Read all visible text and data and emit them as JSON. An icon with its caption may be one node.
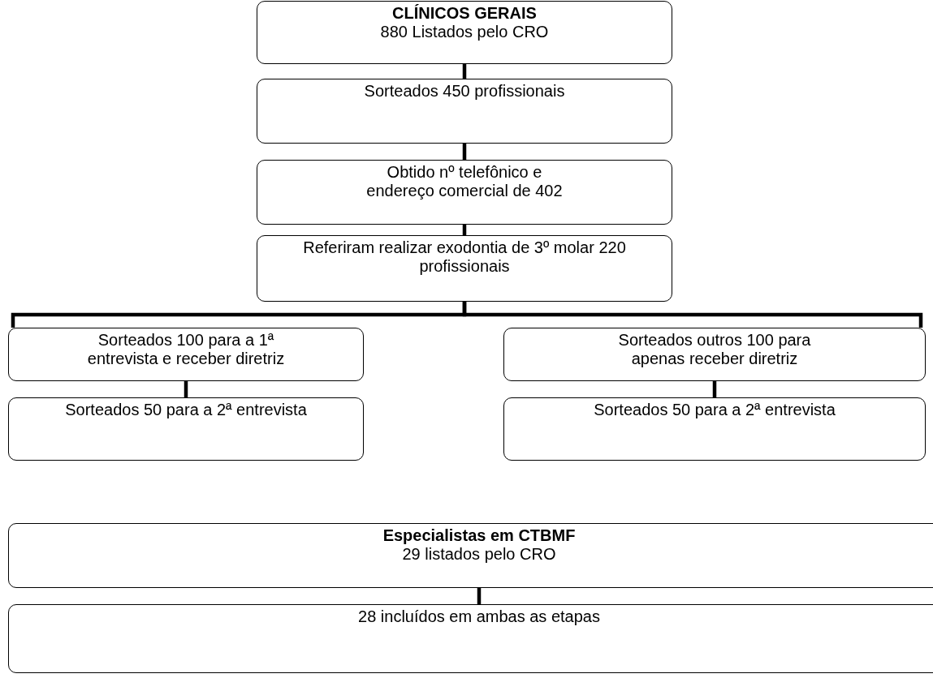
{
  "diagram": {
    "nodes": [
      {
        "text": [
          "CLÍNICOS GERAIS",
          "880 Listados pelo CRO"
        ]
      },
      {
        "text": [
          "Sorteados 450 profissionais"
        ]
      },
      {
        "text": [
          "Obtido nº telefônico e endereço comercial de 402"
        ]
      },
      {
        "text": [
          "Referiram realizar exodontia de 3º molar 220 profissionais"
        ]
      },
      {
        "text": [
          "Sorteados 100 para a 1ª entrevista e receber diretriz"
        ]
      },
      {
        "text": [
          "Sorteados outros 100 para apenas receber diretriz"
        ]
      },
      {
        "text": [
          "Sorteados 50 para a 2ª entrevista"
        ]
      },
      {
        "text": [
          "Sorteados 50 para a 2ª entrevista"
        ]
      },
      {
        "text": [
          "Especialistas em CTBMF",
          "29 listados pelo CRO"
        ]
      },
      {
        "text": [
          "28 incluídos em ambas as etapas"
        ]
      }
    ],
    "edges": [
      {
        "from": 0,
        "to": 1,
        "arrow": "none"
      },
      {
        "from": 1,
        "to": 2,
        "arrow": "none"
      },
      {
        "from": 2,
        "to": 3,
        "arrow": "none"
      },
      {
        "from": 3,
        "to": 4,
        "arrow": "none"
      },
      {
        "from": 3,
        "to": 5,
        "arrow": "none"
      },
      {
        "from": 4,
        "to": 6,
        "arrow": "none"
      },
      {
        "from": 5,
        "to": 7,
        "arrow": "none"
      },
      {
        "from": 8,
        "to": 9,
        "arrow": "none"
      }
    ]
  }
}
